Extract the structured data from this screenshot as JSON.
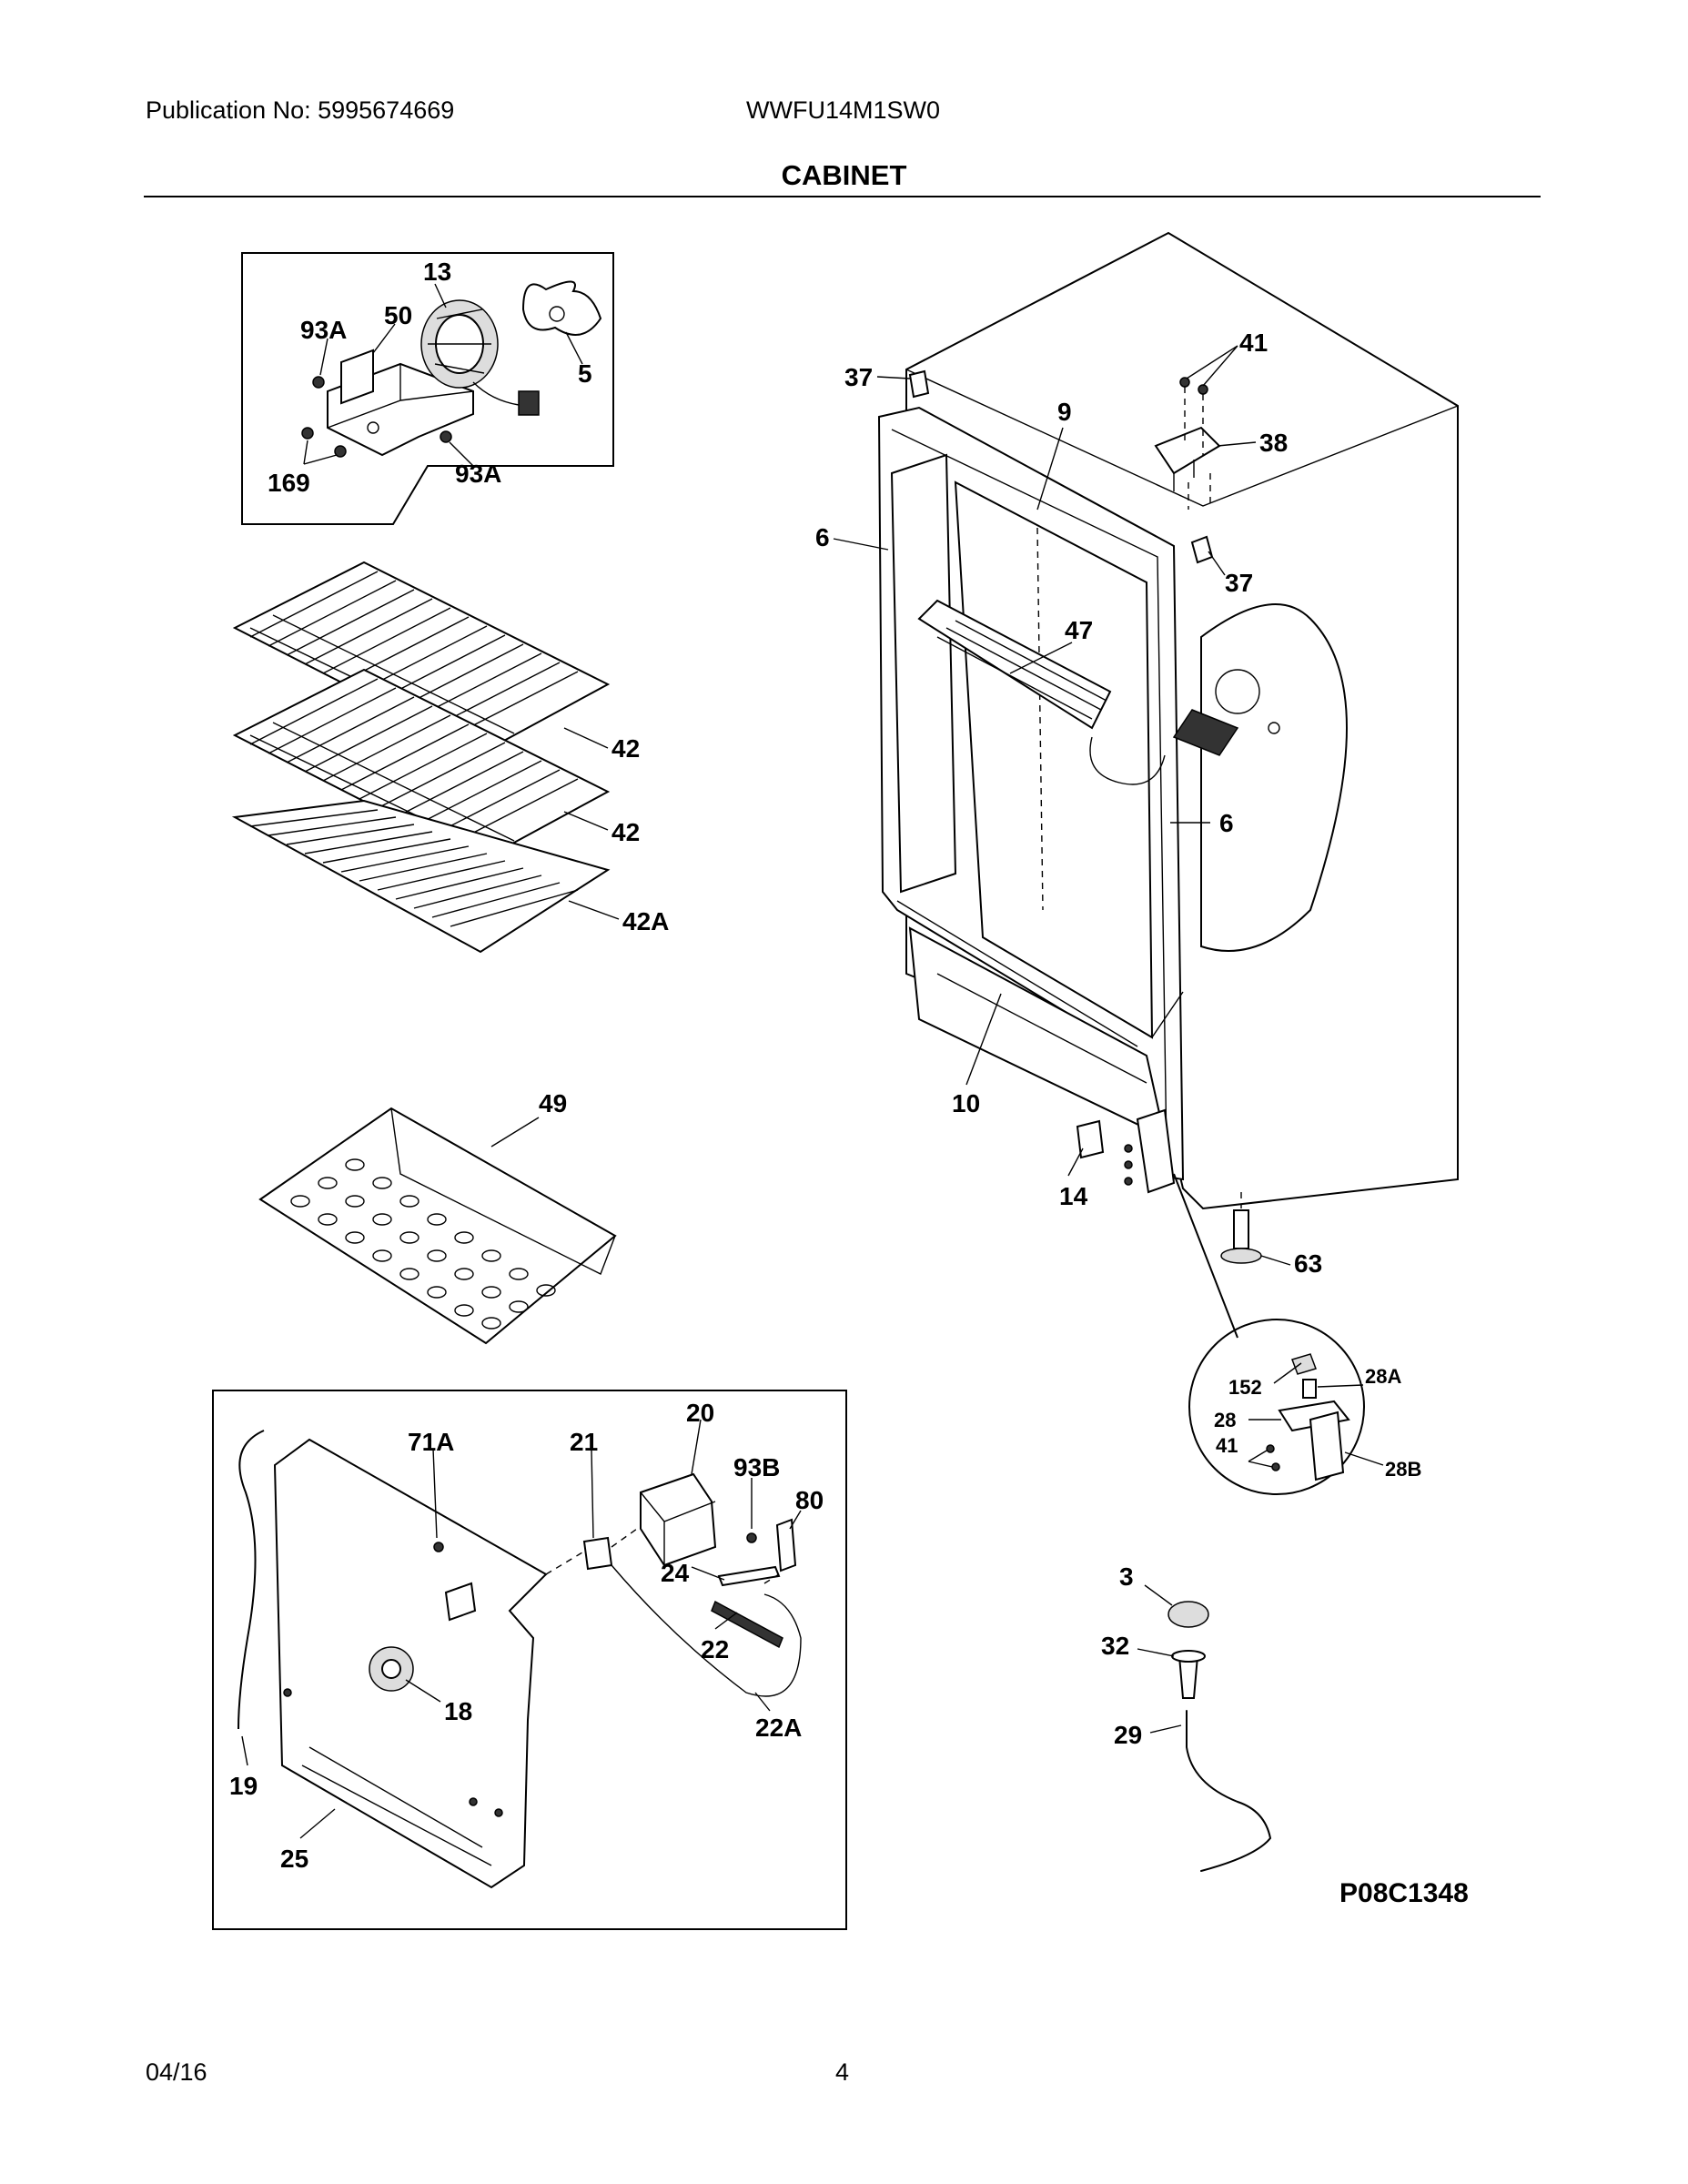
{
  "header": {
    "publication": "Publication No: 5995674669",
    "model": "WWFU14M1SW0",
    "title": "CABINET"
  },
  "footer": {
    "date": "04/16",
    "page": "4"
  },
  "diagram_code": "P08C1348",
  "callouts": {
    "fan_inset": [
      "13",
      "93A",
      "50",
      "5",
      "169",
      "93A"
    ],
    "cabinet": [
      "37",
      "41",
      "9",
      "38",
      "6",
      "37",
      "47",
      "6",
      "10",
      "14",
      "63"
    ],
    "shelves": [
      "42",
      "42",
      "42A"
    ],
    "basket": [
      "49"
    ],
    "hinge_detail": [
      "152",
      "28A",
      "28",
      "41",
      "28B"
    ],
    "drain": [
      "3",
      "32",
      "29"
    ],
    "control_inset": [
      "20",
      "71A",
      "21",
      "93B",
      "80",
      "24",
      "22",
      "18",
      "22A",
      "19",
      "25"
    ]
  }
}
